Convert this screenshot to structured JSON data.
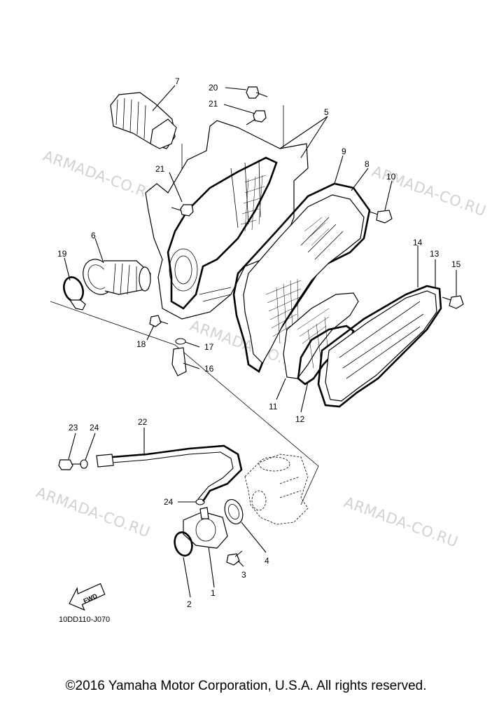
{
  "watermark": "ARMADA-CO.RU",
  "drawing_code": "10DD110-J070",
  "fwd_label": "FWD",
  "copyright": "©2016 Yamaha Motor Corporation, U.S.A. All rights reserved.",
  "callouts": [
    "1",
    "2",
    "3",
    "4",
    "5",
    "6",
    "7",
    "8",
    "9",
    "10",
    "11",
    "12",
    "13",
    "14",
    "15",
    "16",
    "17",
    "18",
    "19",
    "20",
    "21",
    "21",
    "22",
    "23",
    "24",
    "24"
  ]
}
